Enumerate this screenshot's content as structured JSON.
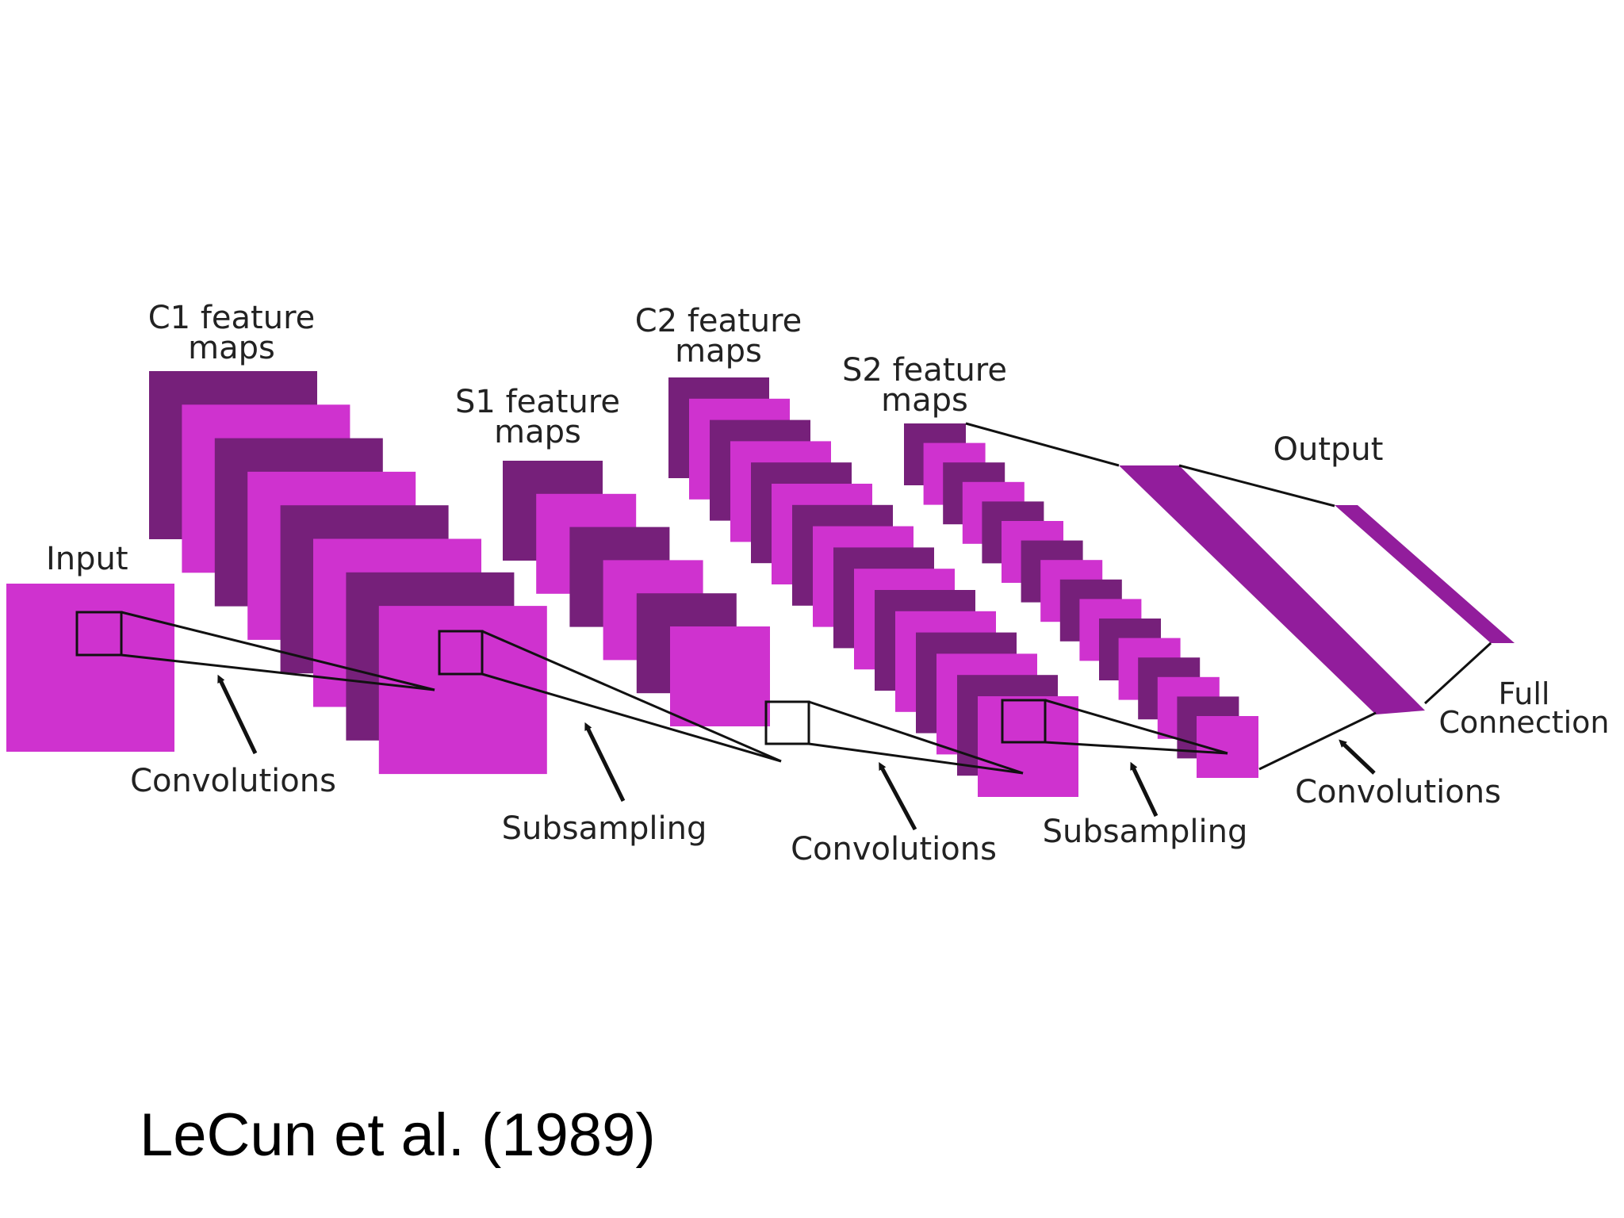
{
  "colors": {
    "light_map": "#cf32cf",
    "dark_map": "#76207a",
    "output_layer": "#921d9c",
    "line": "#111111"
  },
  "labels": {
    "input": "Input",
    "c1": [
      "C1 feature",
      "maps"
    ],
    "s1": [
      "S1 feature",
      "maps"
    ],
    "c2": [
      "C2 feature",
      "maps"
    ],
    "s2": [
      "S2 feature",
      "maps"
    ],
    "output": "Output",
    "full_connection": [
      "Full",
      "Connection"
    ],
    "operations": [
      "Convolutions",
      "Subsampling",
      "Convolutions",
      "Subsampling",
      "Convolutions"
    ]
  },
  "citation": "LeCun et al. (1989)"
}
